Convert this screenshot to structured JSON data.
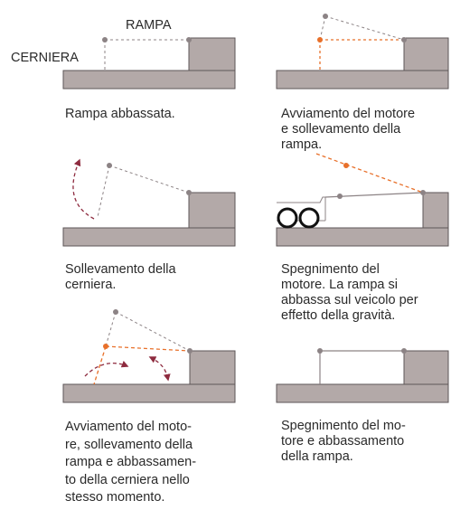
{
  "labels": {
    "rampa": "RAMPA",
    "cerniera": "CERNIERA"
  },
  "panels": [
    {
      "id": "p1",
      "caption_lines": [
        "Rampa abbassata."
      ]
    },
    {
      "id": "p2",
      "caption_lines": [
        "Avviamento del motore",
        "e sollevamento della",
        "rampa."
      ]
    },
    {
      "id": "p3",
      "caption_lines": [
        "Sollevamento della",
        "cerniera."
      ]
    },
    {
      "id": "p4",
      "caption_lines": [
        "Spegnimento del",
        "motore. La rampa si",
        "abbassa sul veicolo per",
        "effetto della gravità."
      ]
    },
    {
      "id": "p5",
      "caption_lines": [
        "Avviamento del moto-",
        "re, sollevamento della",
        "rampa e abbassamen-",
        "to della cerniera nello",
        "stesso momento."
      ]
    },
    {
      "id": "p6",
      "caption_lines": [
        "Spegnimento del mo-",
        "tore e abbassamento",
        "della rampa."
      ]
    }
  ],
  "colors": {
    "block": "#b3a9a8",
    "block_stroke": "#5e5657",
    "gray_line": "#8c8385",
    "orange": "#e8702a",
    "arrow": "#8e2b3f"
  }
}
